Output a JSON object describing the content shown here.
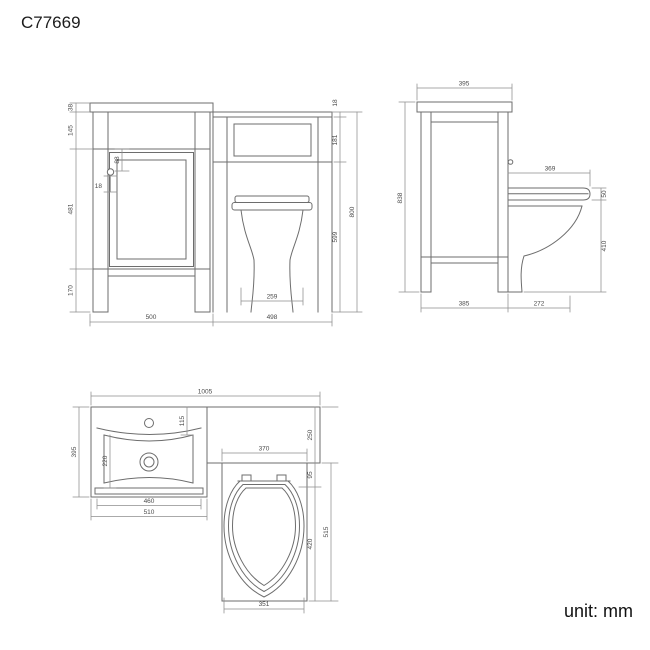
{
  "title": "C77669",
  "unit_label": "unit: mm",
  "drawing": {
    "line_color": "#6d6d6d",
    "dim_line_color": "#8f8f8f",
    "dim_text_color": "#4c4c4c"
  },
  "views": {
    "front": {
      "name": "front-elevation",
      "dims": {
        "worktop_thickness": "38",
        "frieze_height": "145",
        "door_height": "481",
        "plinth_height": "170",
        "handle_offset": "88",
        "handle_size": "18",
        "wc_top_thickness": "18",
        "wc_panel_height": "181",
        "wc_open_height": "599",
        "overall_height": "800",
        "vanity_width": "500",
        "wc_width": "498",
        "pan_width": "259"
      }
    },
    "side": {
      "name": "side-elevation",
      "dims": {
        "worktop_depth": "395",
        "overall_height": "838",
        "seat_depth": "369",
        "seat_thickness": "50",
        "pan_height": "410",
        "cabinet_depth": "385",
        "pan_projection": "272"
      }
    },
    "plan": {
      "name": "plan-view",
      "dims": {
        "overall_width": "1005",
        "basin_depth": "395",
        "tap_ledge_depth": "115",
        "bowl_depth": "220",
        "bowl_width": "460",
        "basin_width": "510",
        "counter_depth": "250",
        "seat_setback": "95",
        "seat_width": "370",
        "seat_depth": "420",
        "wc_plan_depth": "515",
        "seat_front_width": "351"
      }
    }
  }
}
